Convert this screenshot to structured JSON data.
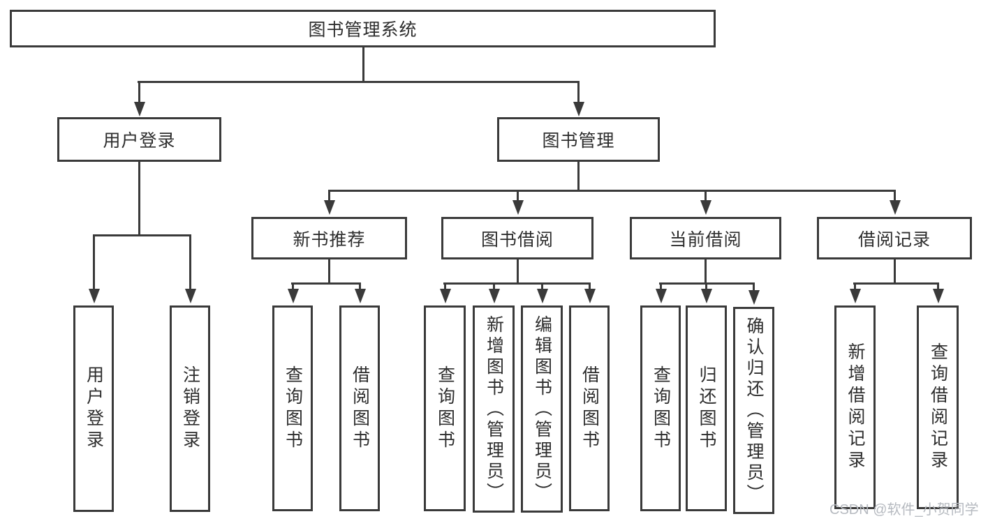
{
  "diagram": {
    "title": "图书管理系统",
    "colors": {
      "line": "#3a3a3a",
      "text": "#2d2d2d",
      "box_fill": "#ffffff",
      "background": "#ffffff",
      "watermark": "#b6bac0"
    },
    "nodes": {
      "root": "图书管理系统",
      "user_login": "用户登录",
      "book_management": "图书管理",
      "new_book_recommend": "新书推荐",
      "book_borrow": "图书借阅",
      "current_borrow": "当前借阅",
      "borrow_records": "借阅记录",
      "leaf_user_login": "用户登录",
      "leaf_logout": "注销登录",
      "leaf_query_books_recommend": "查询图书",
      "leaf_borrow_books_recommend": "借阅图书",
      "leaf_query_books_borrow": "查询图书",
      "leaf_add_books_admin": "新增图书（管理员）",
      "leaf_edit_books_admin": "编辑图书（管理员）",
      "leaf_borrow_books_borrow": "借阅图书",
      "leaf_query_books_current": "查询图书",
      "leaf_return_books": "归还图书",
      "leaf_confirm_return_admin": "确认归还（管理员）",
      "leaf_add_borrow_record": "新增借阅记录",
      "leaf_query_borrow_record": "查询借阅记录"
    }
  },
  "watermark": {
    "text": "CSDN @软件_小贺同学"
  }
}
